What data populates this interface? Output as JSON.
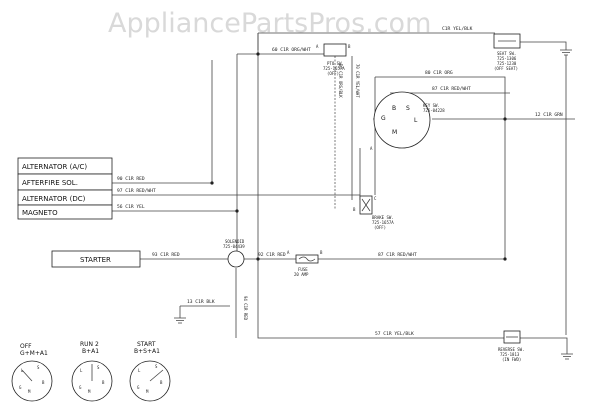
{
  "watermark": "AppliancePartsPros.com",
  "components": {
    "alternator_ac": "ALTERNATOR (A/C)",
    "afterfire": "AFTERFIRE SOL.",
    "alternator_dc": "ALTERNATOR (DC)",
    "magneto": "MAGNETO",
    "starter": "STARTER",
    "seat_sw": [
      "SEAT SW.",
      "725-1306",
      "725-1230",
      "(OFF SEAT)"
    ],
    "pto_sw": [
      "PTO SW.",
      "725-1657A",
      "(OFF)"
    ],
    "key_sw": [
      "KEY SW.",
      "725-04228"
    ],
    "brake_sw": [
      "BRAKE SW.",
      "725-1657A",
      "(OFF)"
    ],
    "solenoid": [
      "SOLENOID",
      "725-04439"
    ],
    "fuse": [
      "FUSE",
      "20 AMP"
    ],
    "reverse_sw": [
      "REVERSE SW.",
      "725-1813",
      "(IN FWD)"
    ]
  },
  "wires": {
    "w_yelblk_top": "C1R YEL/BLK",
    "w60": "60 C1R ORG/WHT",
    "w80": "80 C1R ORG",
    "w87_top": "87 C1R RED/WHT",
    "w12": "12 C1R GRN",
    "w90": "90 C1R RED",
    "w97": "97 C1R RED/WHT",
    "w56": "56 C1R YEL",
    "w93": "93 C1R RED",
    "w92": "92 C1R RED",
    "w87_bot": "87 C1R RED/WHT",
    "w94": "94 C1R RED",
    "w13": "13 C1R BLK",
    "w57": "57 C1R YEL/BLK",
    "w_pto_vert": "70 C1R YEL/WHT",
    "w_org_vert": "80 C1R ORG/BLK"
  },
  "terminals": [
    "A",
    "B",
    "B",
    "S",
    "G",
    "L",
    "M",
    "A",
    "B",
    "C",
    "B",
    "A",
    "B"
  ],
  "key_positions": [
    {
      "title": "OFF",
      "sub": "G+M+A1"
    },
    {
      "title": "RUN 2",
      "sub": "B+A1"
    },
    {
      "title": "START",
      "sub": "B+S+A1"
    }
  ],
  "dial_letters": [
    "L",
    "S",
    "B",
    "M",
    "G",
    "A"
  ]
}
